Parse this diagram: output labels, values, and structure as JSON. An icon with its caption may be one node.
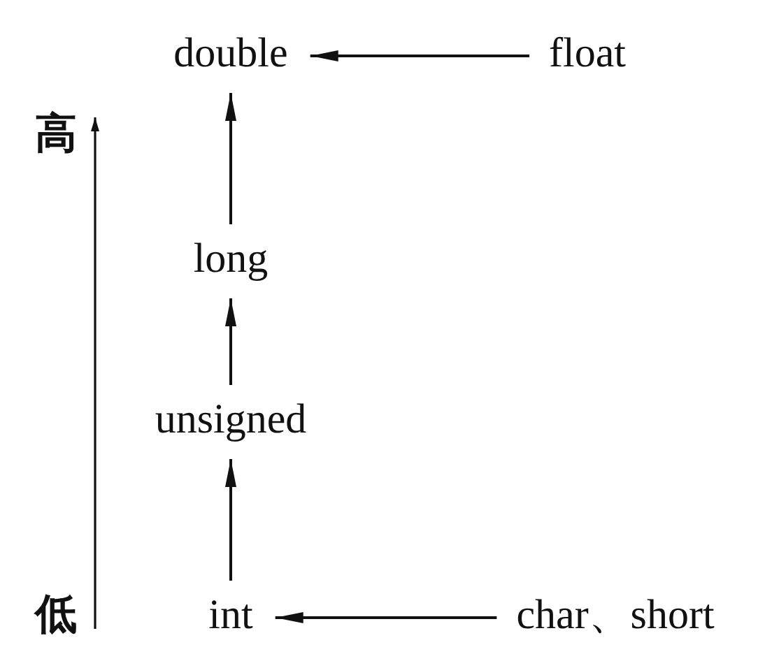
{
  "diagram": {
    "nodes": [
      {
        "text": [
          "double"
        ]
      },
      {
        "text": [
          "float"
        ]
      },
      {
        "text": [
          "long"
        ]
      },
      {
        "text": [
          "unsigned"
        ]
      },
      {
        "text": [
          "int"
        ]
      },
      {
        "text": [
          "char、short"
        ]
      }
    ],
    "edges": [
      {
        "from": 1,
        "to": 0,
        "arrow": "to"
      },
      {
        "from": 2,
        "to": 0,
        "arrow": "to"
      },
      {
        "from": 3,
        "to": 2,
        "arrow": "to"
      },
      {
        "from": 4,
        "to": 3,
        "arrow": "to"
      },
      {
        "from": 5,
        "to": 4,
        "arrow": "to"
      }
    ],
    "labels": [
      "高",
      "低"
    ]
  }
}
